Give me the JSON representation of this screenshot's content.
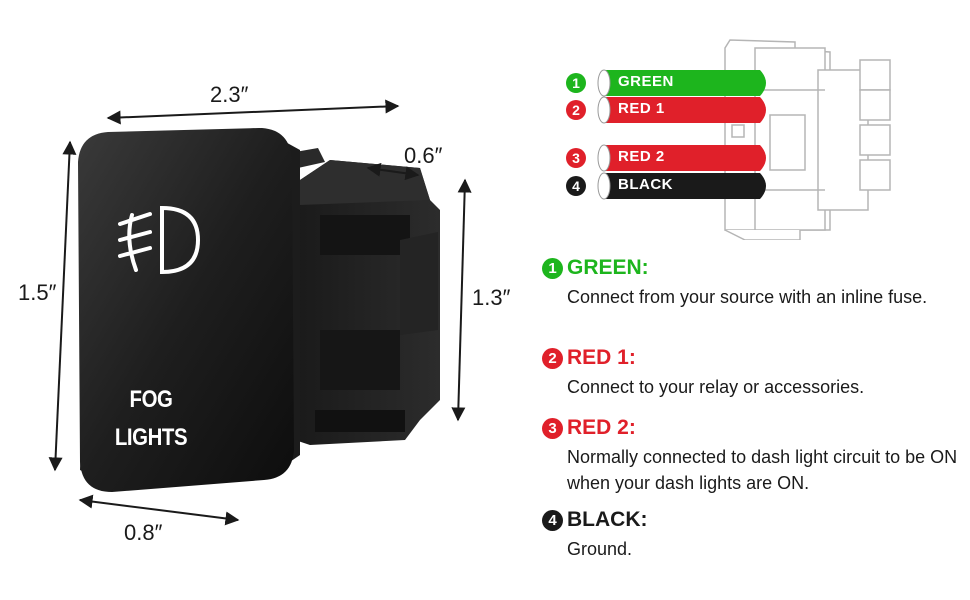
{
  "dimensions": {
    "width": "2.3″",
    "depth": "0.6″",
    "height_front": "1.5″",
    "height_side": "1.3″",
    "bottom_width": "0.8″"
  },
  "switch": {
    "label_line1": "FOG",
    "label_line2": "LIGHTS",
    "icon": "fog-light-icon"
  },
  "wires": [
    {
      "number": "1",
      "label": "GREEN",
      "color": "#1db51d"
    },
    {
      "number": "2",
      "label": "RED 1",
      "color": "#e0202a"
    },
    {
      "number": "3",
      "label": "RED 2",
      "color": "#e0202a"
    },
    {
      "number": "4",
      "label": "BLACK",
      "color": "#1a1a1a"
    }
  ],
  "legend": [
    {
      "number": "1",
      "title": "GREEN:",
      "color": "#1db51d",
      "desc": "Connect from your source with an inline fuse."
    },
    {
      "number": "2",
      "title": "RED 1:",
      "color": "#e0202a",
      "desc": "Connect to your relay or accessories."
    },
    {
      "number": "3",
      "title": "RED 2:",
      "color": "#e0202a",
      "desc": "Normally connected to dash light circuit to be ON when your dash lights are ON."
    },
    {
      "number": "4",
      "title": "BLACK:",
      "color": "#1a1a1a",
      "desc": "Ground."
    }
  ]
}
